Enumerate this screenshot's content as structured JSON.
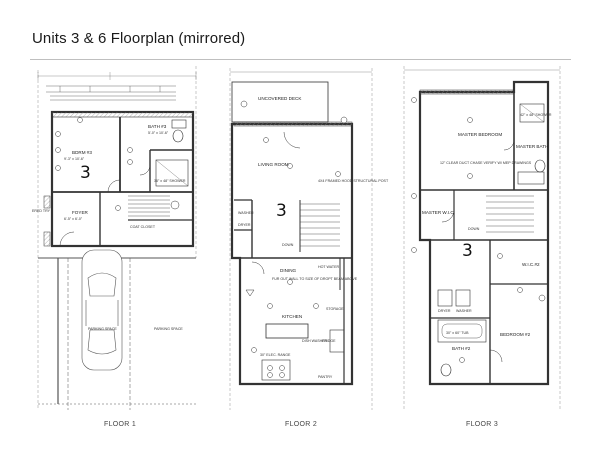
{
  "title": "Units 3 & 6 Floorplan (mirrored)",
  "floors": [
    {
      "label": "FLOOR 1",
      "unit_number": "3",
      "rooms": {
        "bedroom": "BDRM #3",
        "bedroom_dim": "9'-3\" x 10'-6\"",
        "bath": "BATH #3",
        "bath_dim": "5'-0\" x 10'-6\"",
        "shower": "36\" x 48\" SHOWER",
        "foyer": "FOYER",
        "foyer_dim": "6'-5\" x 6'-0\"",
        "coat_closet": "COAT CLOSET",
        "parking1": "PARKING SPACE",
        "parking2": "PARKING SPACE",
        "edge_text": "ERED TRY"
      }
    },
    {
      "label": "FLOOR 2",
      "unit_number": "3",
      "rooms": {
        "deck": "UNCOVERED DECK",
        "living": "LIVING ROOM",
        "beam_note": "4X4 FRAMED HOOD STRUCTURAL POST",
        "washer": "WASHER",
        "dryer": "DRYER",
        "down": "DOWN",
        "dining": "DINING",
        "dining_note": "FUR OUT WALL TO SIZE OF DROPT BEAM ABOVE",
        "water": "HOT WATER",
        "kitchen": "KITCHEN",
        "storage": "STORAGE",
        "fridge": "FRIDGE",
        "range": "30\" ELEC. RANGE",
        "dishwasher": "DISH WASHER",
        "pantry": "PANTRY"
      }
    },
    {
      "label": "FLOOR 3",
      "unit_number": "3",
      "rooms": {
        "master_bed": "MASTER BEDROOM",
        "master_bath": "MASTER BATH",
        "shower": "42\" x 48\" SHOWER",
        "chase_note": "12\" CLEAR DUCT CHASE VERIFY W/ MEP DRAWINGS",
        "master_wic": "MASTER W.I.C.",
        "down": "DOWN",
        "wic2": "W.I.C.#2",
        "dryer": "DRYER",
        "washer": "WASHER",
        "tub": "30\" x 60\" TUB",
        "bath2": "BATH #2",
        "bedroom2": "BEDROOM #2"
      }
    }
  ]
}
